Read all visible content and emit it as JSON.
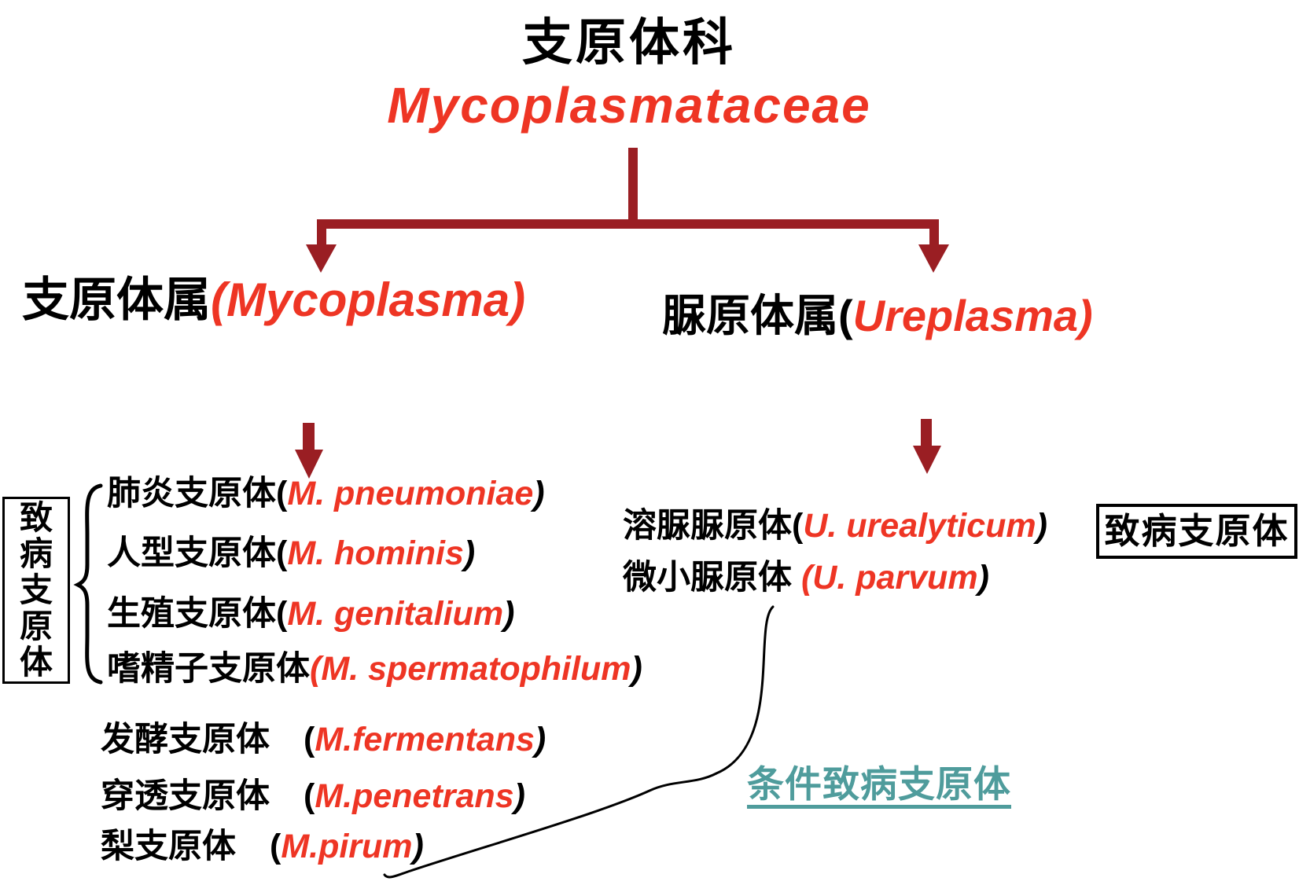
{
  "title": {
    "zh": "支原体科",
    "latin": "Mycoplasmataceae"
  },
  "branches": {
    "left": {
      "zh": "支原体属",
      "latin": "(Mycoplasma)"
    },
    "right": {
      "zh": "脲原体属(",
      "latin": "Ureplasma)"
    }
  },
  "left_group": {
    "side_label": "致病支原体",
    "braced_items": [
      {
        "black": "肺炎支原体(",
        "red": "M. pneumoniae",
        "close": ")"
      },
      {
        "black": "人型支原体(",
        "red": "M. hominis",
        "close": ")"
      },
      {
        "black": "生殖支原体(",
        "red": "M. genitalium",
        "close": ")"
      },
      {
        "black": "嗜精子支原体",
        "red": "(M. spermatophilum",
        "close": ")"
      }
    ],
    "plain_items": [
      {
        "black": "发酵支原体　(",
        "red": "M.fermentans",
        "close": ")"
      },
      {
        "black": "穿透支原体　(",
        "red": "M.penetrans",
        "close": ")"
      },
      {
        "black": "梨支原体　(",
        "red": "M.pirum",
        "close": ")"
      }
    ]
  },
  "right_group": {
    "items": [
      {
        "black": "溶脲脲原体(",
        "red": "U. urealyticum",
        "close": ")"
      },
      {
        "black": "微小脲原体 ",
        "red": "(U. parvum",
        "close": ")"
      }
    ],
    "pathogenic_box_label": "致病支原体",
    "conditional_label": "条件致病支原体"
  },
  "colors": {
    "red": "#ee3524",
    "dark_red": "#9a1e23",
    "teal": "#4f9c9c",
    "text": "#000000"
  }
}
